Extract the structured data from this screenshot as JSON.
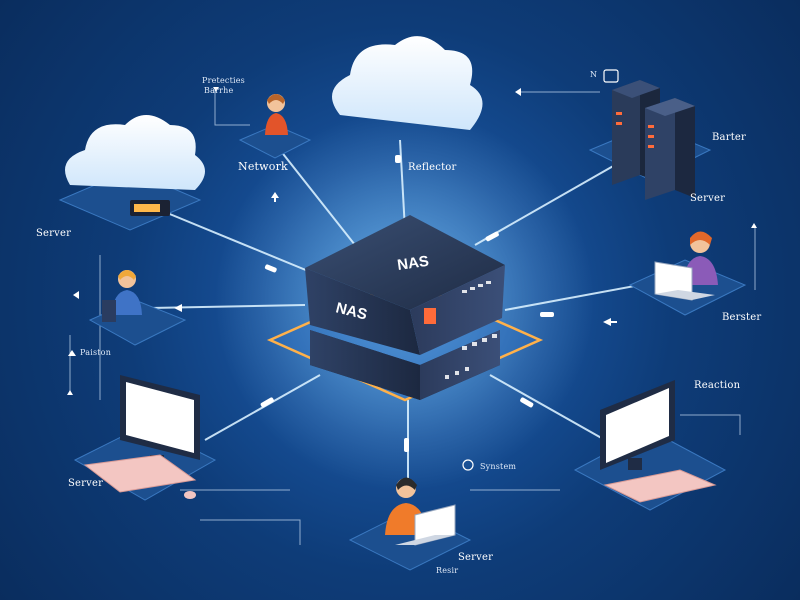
{
  "nas": {
    "top_label": "NAS",
    "front_label": "NAS"
  },
  "labels": {
    "top_left_line1": "Pretecties",
    "top_left_line2": "Barrhe",
    "network": "Network",
    "reflector": "Reflector",
    "nc": "N",
    "barter": "Barter",
    "server_top_right": "Server",
    "server_left": "Server",
    "berster": "Berster",
    "patiston": "Paiston",
    "reaction": "Reaction",
    "server_bottom_left": "Server",
    "system": "Synstem",
    "server_bottom": "Server",
    "resir": "Resir"
  },
  "colors": {
    "bg": "#0e3c78",
    "accent_glow": "#9fd8ff",
    "platform_glow": "#ffb14a",
    "tile": "#1c4f8f",
    "server_body": "#23344f",
    "screen": "#ffffff"
  }
}
